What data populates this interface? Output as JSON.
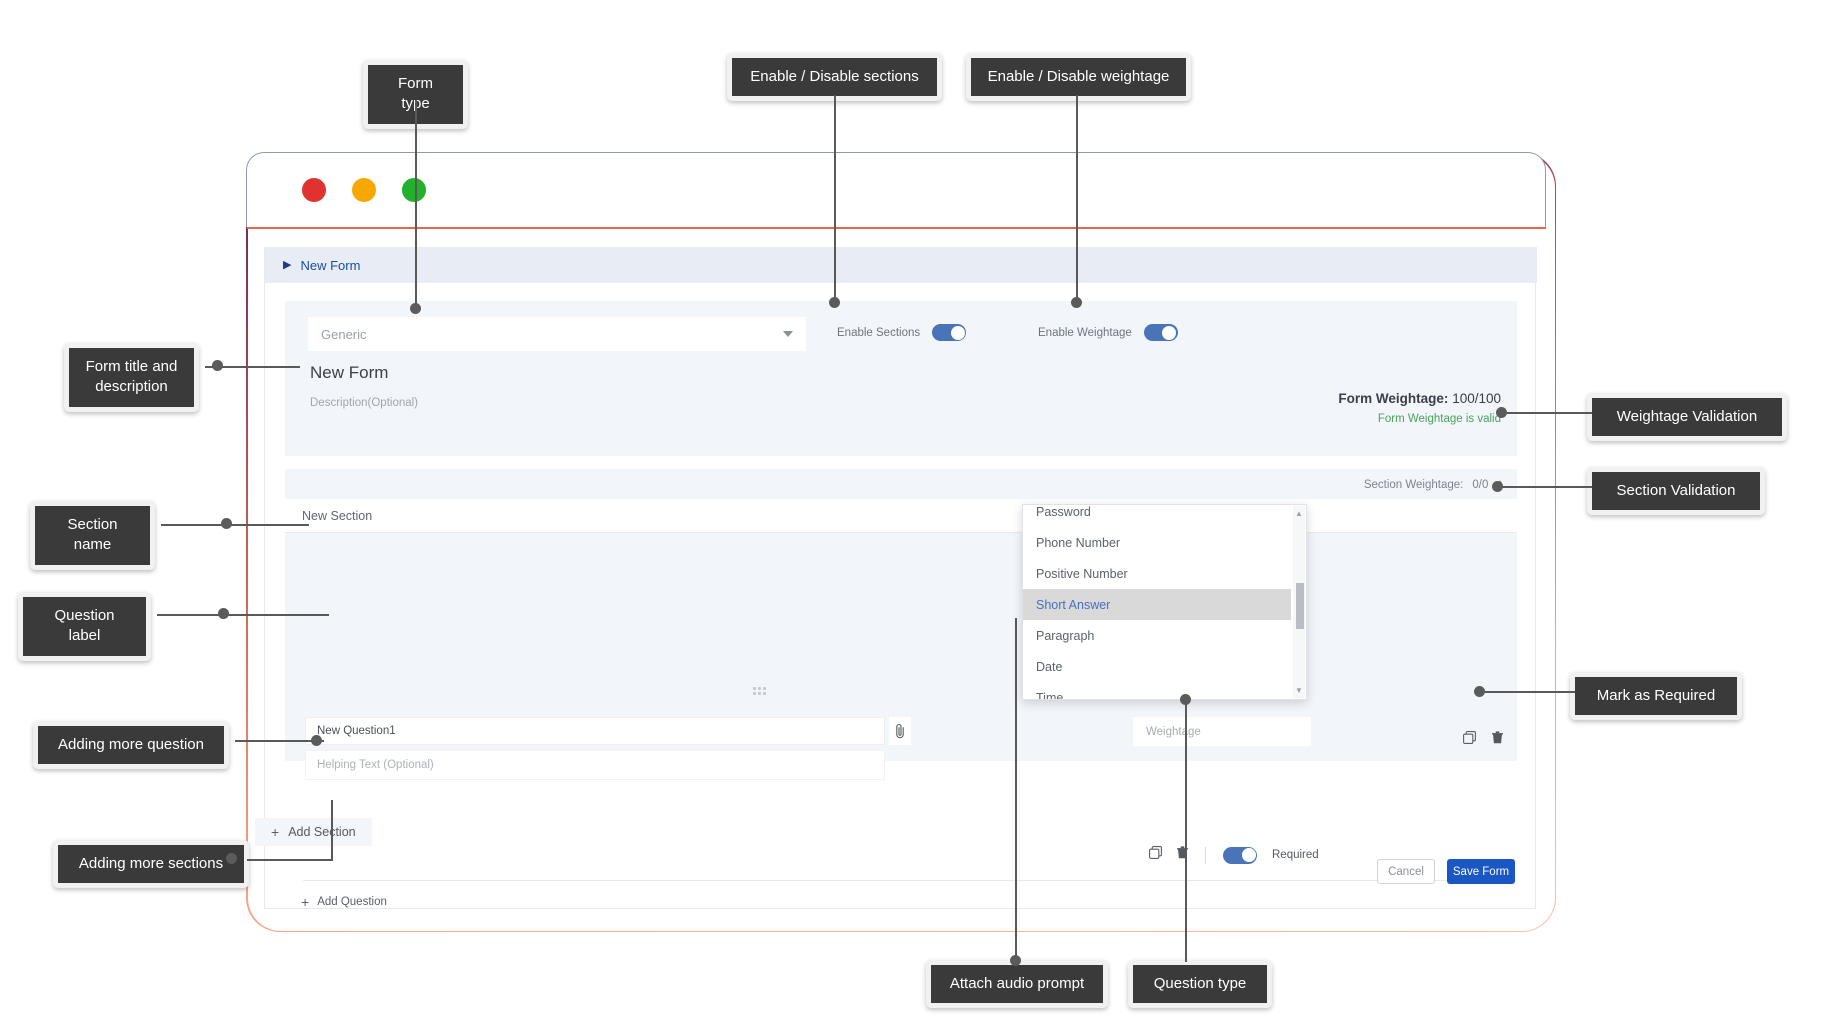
{
  "browser": {
    "dots": [
      "close-red",
      "minimize-amber",
      "maximize-green"
    ]
  },
  "breadcrumb": {
    "caret": "▶",
    "label": "New Form"
  },
  "form_header": {
    "type_select": {
      "value": "Generic",
      "caret": "▼"
    },
    "toggles": [
      {
        "label": "Enable Sections",
        "on": true
      },
      {
        "label": "Enable Weightage",
        "on": true
      }
    ],
    "title": "New Form",
    "description_placeholder": "Description(Optional)",
    "weightage_label": "Form Weightage:",
    "weightage_value": "100/100",
    "weightage_status": "Form Weightage is valid"
  },
  "section": {
    "weightage_label": "Section Weightage:",
    "weightage_value": "0/0",
    "collapse_caret": "^",
    "name": "New Section",
    "question": {
      "label": "New Question1",
      "helping_text_placeholder": "Helping Text (Optional)",
      "weightage_placeholder": "Weightage",
      "required_label": "Required",
      "required_on": true
    },
    "add_question_label": "Add Question",
    "plus": "+"
  },
  "add_section_label": "Add Section",
  "footer": {
    "cancel_label": "Cancel",
    "save_label": "Save Form"
  },
  "question_type_dropdown": {
    "options": [
      "Password",
      "Phone Number",
      "Positive Number",
      "Short Answer",
      "Paragraph",
      "Date",
      "Time"
    ],
    "selected": "Short Answer"
  },
  "annotations": {
    "form_type": "Form type",
    "enable_sections": "Enable / Disable sections",
    "enable_weightage": "Enable / Disable weightage",
    "form_title_desc": "Form title and\ndescription",
    "weightage_validation": "Weightage Validation",
    "section_validation": "Section Validation",
    "section_name": "Section name",
    "question_label": "Question label",
    "mark_required": "Mark as Required",
    "adding_more_question": "Adding more question",
    "adding_more_sections": "Adding more sections",
    "attach_audio": "Attach audio prompt",
    "question_type": "Question type"
  },
  "colors": {
    "accent_blue": "#1a56c4",
    "toggle_blue": "#4a74b8",
    "valid_green": "#4aa35a",
    "callout_bg": "#3a3a3a",
    "crumb_bar": "#e7ecf5",
    "card_bg": "#f2f5fa"
  }
}
